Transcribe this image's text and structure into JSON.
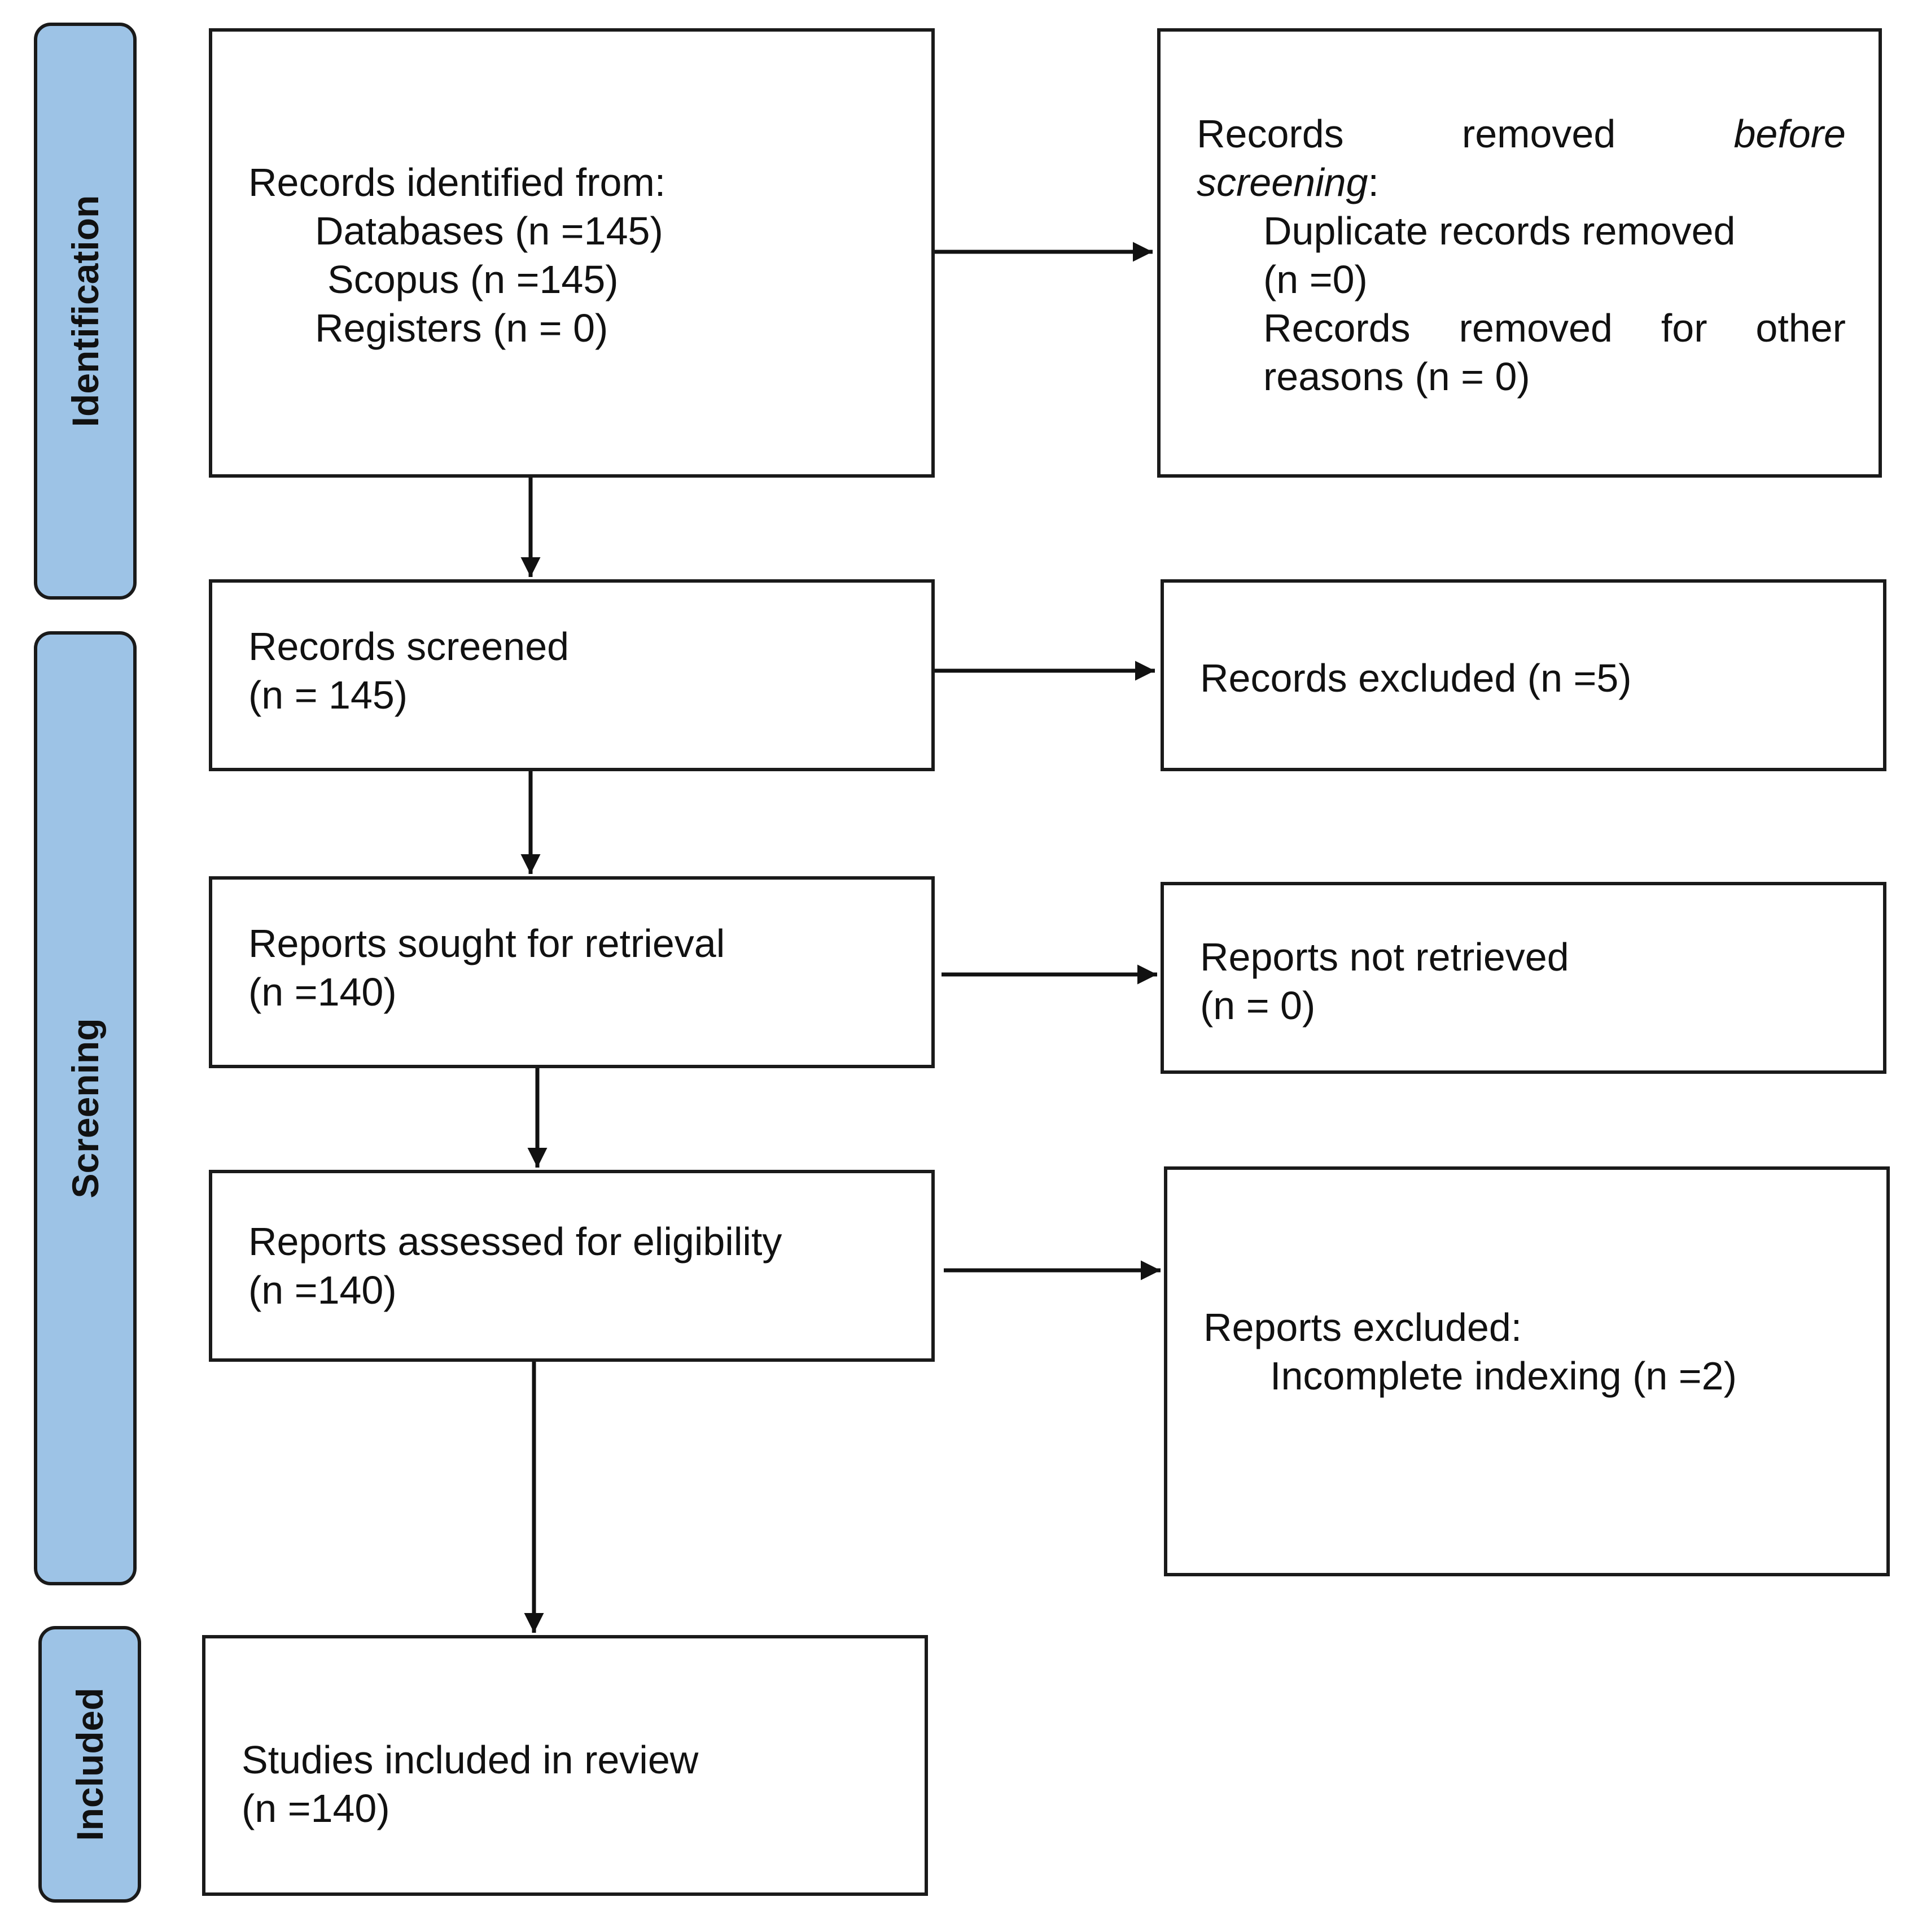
{
  "stages": {
    "identification": "Identification",
    "screening": "Screening",
    "included": "Included"
  },
  "identified": {
    "heading": "Records identified from:",
    "databases": "Databases (n =145)",
    "scopus": "Scopus (n =145)",
    "registers": "Registers (n = 0)"
  },
  "removed": {
    "w1": "Records",
    "w2": "removed",
    "w3": "before",
    "w4": "screening",
    "w4_suffix": ":",
    "duplicate": "Duplicate records removed",
    "duplicate_n": "(n =0)",
    "other_w1": "Records",
    "other_w2": "removed",
    "other_w3": "for",
    "other_w4": "other",
    "other_line2": "reasons (n = 0)"
  },
  "screened": {
    "label": "Records screened",
    "n": "(n = 145)"
  },
  "excluded": {
    "label": "Records excluded (n =5)"
  },
  "sought": {
    "label": "Reports sought for retrieval",
    "n": "(n =140)"
  },
  "not_retrieved": {
    "label": "Reports not retrieved",
    "n": "(n = 0)"
  },
  "assessed": {
    "label": "Reports assessed for eligibility",
    "n": "(n =140)"
  },
  "reports_excluded": {
    "heading": "Reports excluded:",
    "reason": "Incomplete indexing (n =2)"
  },
  "included": {
    "label": "Studies included in review",
    "n": "(n =140)"
  }
}
